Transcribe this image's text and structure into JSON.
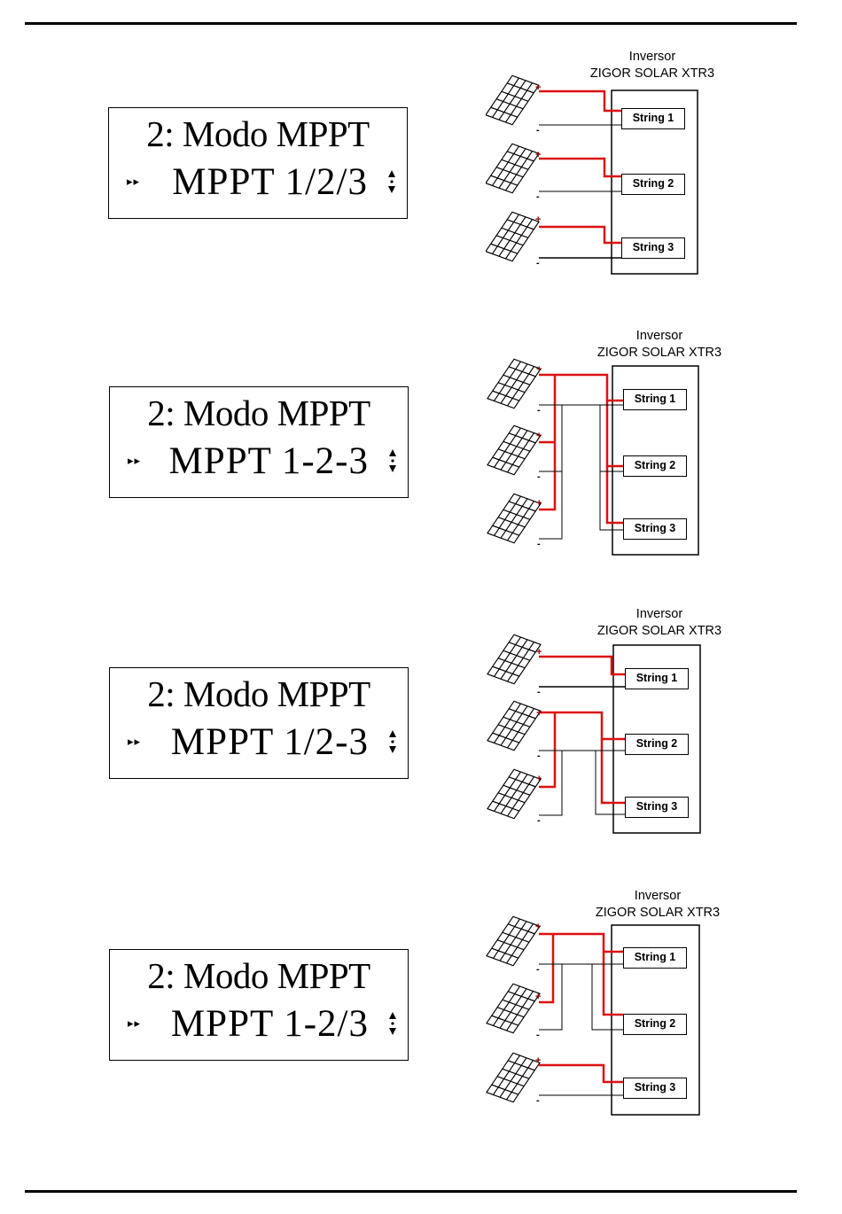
{
  "panels": [
    {
      "lcd": {
        "title": "2: Modo MPPT",
        "arrows": "▸▸",
        "mode": "MPPT 1/2/3"
      },
      "inverter": {
        "label_line1": "Inversor",
        "label_line2": "ZIGOR SOLAR XTR3"
      },
      "strings": [
        "String 1",
        "String 2",
        "String 3"
      ]
    },
    {
      "lcd": {
        "title": "2: Modo MPPT",
        "arrows": "▸▸",
        "mode": "MPPT  1-2-3"
      },
      "inverter": {
        "label_line1": "Inversor",
        "label_line2": "ZIGOR SOLAR XTR3"
      },
      "strings": [
        "String 1",
        "String 2",
        "String 3"
      ]
    },
    {
      "lcd": {
        "title": "2: Modo MPPT",
        "arrows": "▸▸",
        "mode": "MPPT 1/2-3"
      },
      "inverter": {
        "label_line1": "Inversor",
        "label_line2": "ZIGOR SOLAR XTR3"
      },
      "strings": [
        "String 1",
        "String 2",
        "String 3"
      ]
    },
    {
      "lcd": {
        "title": "2: Modo MPPT",
        "arrows": "▸▸",
        "mode": "MPPT 1-2/3"
      },
      "inverter": {
        "label_line1": "Inversor",
        "label_line2": "ZIGOR SOLAR XTR3"
      },
      "strings": [
        "String 1",
        "String 2",
        "String 3"
      ]
    }
  ],
  "terminals": {
    "positive": "+",
    "negative": "-"
  },
  "colors": {
    "positive_wire": "#dd1111",
    "negative_wire": "#000000",
    "rule": "#000000"
  },
  "icons": {
    "panel": "solar-panel-icon",
    "scroll": "up-down-arrows-icon"
  }
}
